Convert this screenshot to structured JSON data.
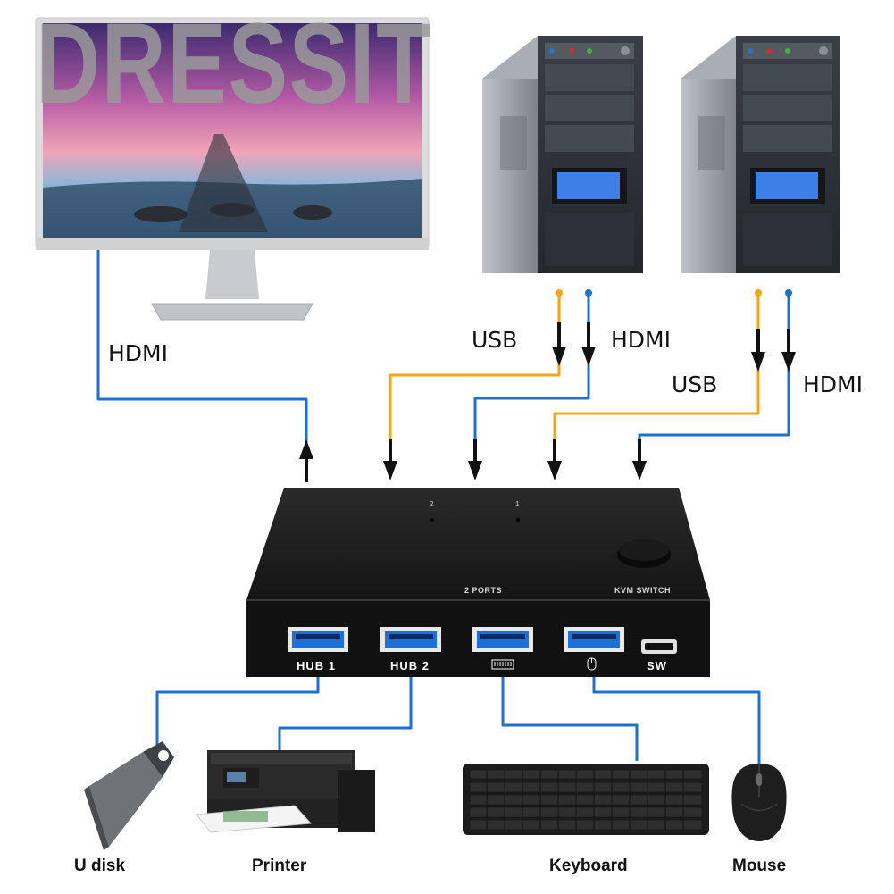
{
  "watermark": "DRESSIT",
  "cable_labels": {
    "monitor_hdmi": "HDMI",
    "pc1_usb": "USB",
    "pc1_hdmi": "HDMI",
    "pc2_usb": "USB",
    "pc2_hdmi": "HDMI"
  },
  "switch": {
    "ports_label": "2 PORTS",
    "name_label": "KVM SWITCH",
    "indicator_2": "2",
    "indicator_1": "1",
    "front_ports": {
      "hub1": "HUB 1",
      "hub2": "HUB 2",
      "keyboard_icon": "keyboard-icon",
      "mouse_icon": "mouse-icon",
      "sw": "SW"
    }
  },
  "devices": {
    "udisk": "U disk",
    "printer": "Printer",
    "keyboard": "Keyboard",
    "mouse": "Mouse"
  },
  "colors": {
    "hdmi_cable": "#1e6fd0",
    "usb_cable": "#f2a516",
    "switch_body": "#1b1b1b",
    "usb_port": "#1f6fd6"
  }
}
